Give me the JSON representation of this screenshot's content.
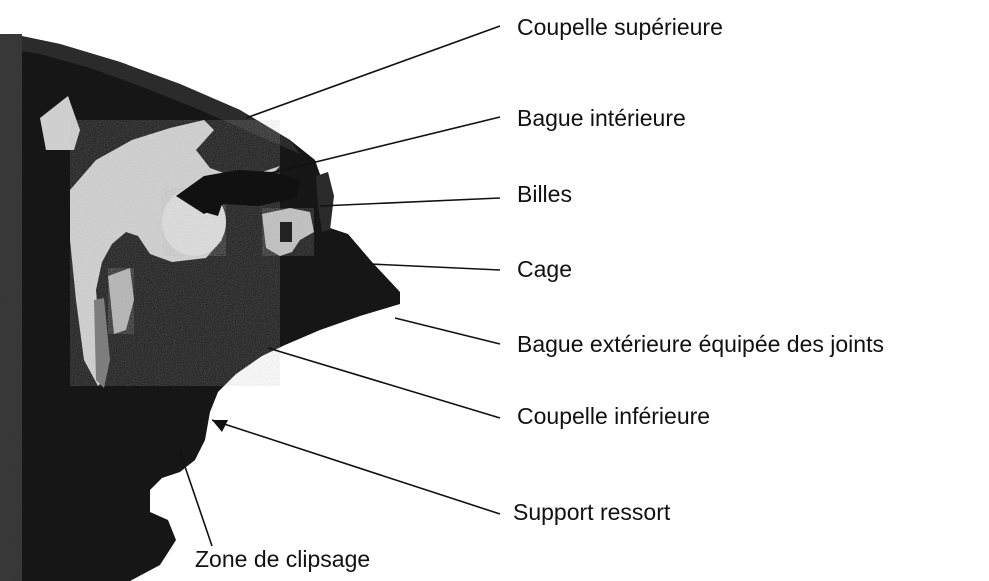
{
  "labels": {
    "coupelle_superieure": "Coupelle supérieure",
    "bague_interieure": "Bague intérieure",
    "billes": "Billes",
    "cage": "Cage",
    "bague_exterieure": "Bague extérieure équipée des joints",
    "coupelle_inferieure": "Coupelle inférieure",
    "support_ressort": "Support ressort",
    "zone_clipsage": "Zone de clipsage"
  },
  "colors": {
    "part_dark": "#1a1a1a",
    "part_light": "#d4d4d4",
    "part_mid": "#8a8a8a",
    "leader_line": "#111111",
    "background": "#ffffff"
  }
}
